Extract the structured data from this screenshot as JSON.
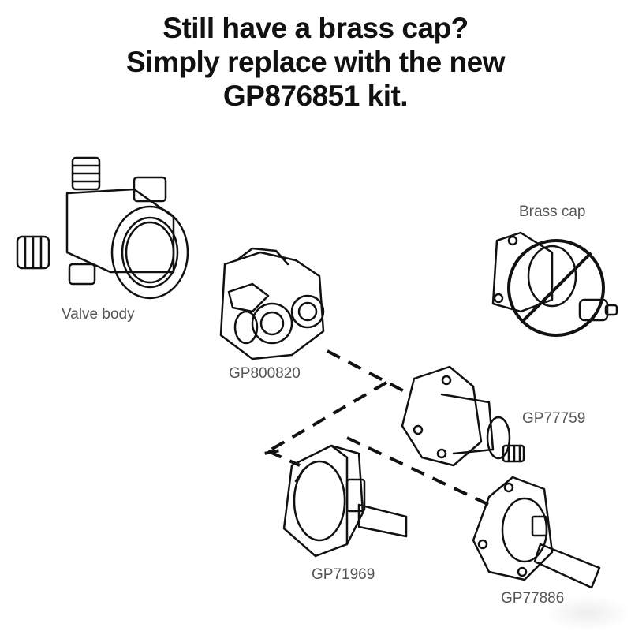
{
  "title": {
    "line1": "Still have a brass cap?",
    "line2": "Simply replace with the new",
    "line3": "GP876851 kit."
  },
  "labels": {
    "valve_body": "Valve body",
    "brass_cap": "Brass cap",
    "gp800820": "GP800820",
    "gp77759": "GP77759",
    "gp71969": "GP71969",
    "gp77886": "GP77886"
  }
}
